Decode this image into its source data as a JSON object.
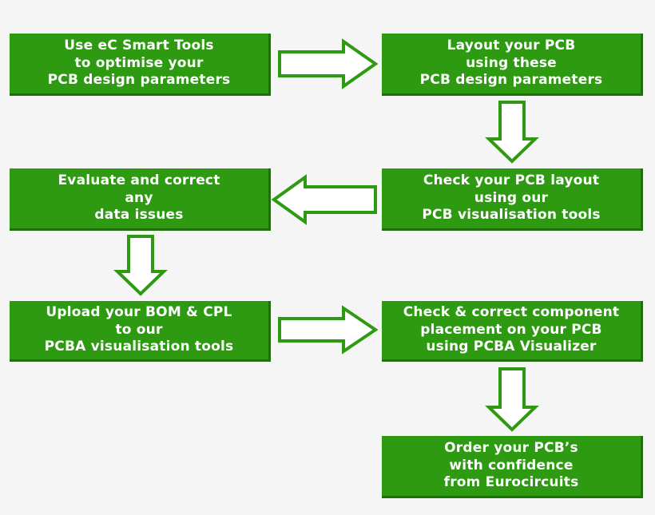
{
  "colors": {
    "box_fill": "#2d9a12",
    "box_shadow": "#1f6f0a",
    "text": "#ffffff",
    "arrow_stroke": "#2d9a12",
    "arrow_fill": "#ffffff",
    "background": "#f5f5f5"
  },
  "steps": [
    {
      "id": "step1",
      "text": "Use eC Smart Tools\nto optimise your\nPCB design parameters"
    },
    {
      "id": "step2",
      "text": "Layout your PCB\nusing these\nPCB design parameters"
    },
    {
      "id": "step3",
      "text": "Check your PCB layout\nusing our\nPCB visualisation tools"
    },
    {
      "id": "step4",
      "text": "Evaluate and correct\nany\ndata issues"
    },
    {
      "id": "step5",
      "text": "Upload your BOM & CPL\nto our\nPCBA visualisation tools"
    },
    {
      "id": "step6",
      "text": "Check & correct component\nplacement on your PCB\nusing PCBA Visualizer"
    },
    {
      "id": "step7",
      "text": "Order your PCB’s\nwith confidence\nfrom Eurocircuits"
    }
  ],
  "flow": [
    {
      "from": "step1",
      "to": "step2",
      "direction": "right"
    },
    {
      "from": "step2",
      "to": "step3",
      "direction": "down"
    },
    {
      "from": "step3",
      "to": "step4",
      "direction": "left"
    },
    {
      "from": "step4",
      "to": "step5",
      "direction": "down"
    },
    {
      "from": "step5",
      "to": "step6",
      "direction": "right"
    },
    {
      "from": "step6",
      "to": "step7",
      "direction": "down"
    }
  ]
}
